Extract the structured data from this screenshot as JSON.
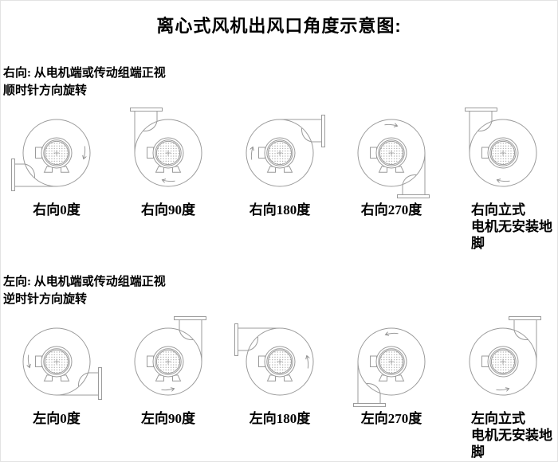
{
  "title": "离心式风机出风口角度示意图:",
  "colors": {
    "background": "#ffffff",
    "line": "#9b9b9b",
    "text": "#000000"
  },
  "sections": [
    {
      "name": "right",
      "header_line1": "右向: 从电机端或传动组端正视",
      "header_line2": "顺时针方向旋转",
      "rotation": "clockwise",
      "fans": [
        {
          "label": "右向0度",
          "outlet_angle": 0,
          "mirrored": false,
          "motor_feet": true
        },
        {
          "label": "右向90度",
          "outlet_angle": 90,
          "mirrored": false,
          "motor_feet": true
        },
        {
          "label": "右向180度",
          "outlet_angle": 180,
          "mirrored": false,
          "motor_feet": true
        },
        {
          "label": "右向270度",
          "outlet_angle": 270,
          "mirrored": false,
          "motor_feet": true
        },
        {
          "label": "右向立式",
          "label2": "电机无安装地脚",
          "outlet_angle": 90,
          "mirrored": false,
          "motor_feet": false
        }
      ]
    },
    {
      "name": "left",
      "header_line1": "左向: 从电机端或传动组端正视",
      "header_line2": "逆时针方向旋转",
      "rotation": "counterclockwise",
      "fans": [
        {
          "label": "左向0度",
          "outlet_angle": 0,
          "mirrored": true,
          "motor_feet": true
        },
        {
          "label": "左向90度",
          "outlet_angle": 90,
          "mirrored": true,
          "motor_feet": true
        },
        {
          "label": "左向180度",
          "outlet_angle": 180,
          "mirrored": true,
          "motor_feet": true
        },
        {
          "label": "左向270度",
          "outlet_angle": 270,
          "mirrored": true,
          "motor_feet": true
        },
        {
          "label": "左向立式",
          "label2": "电机无安装地脚",
          "outlet_angle": 90,
          "mirrored": true,
          "motor_feet": false
        }
      ]
    }
  ]
}
